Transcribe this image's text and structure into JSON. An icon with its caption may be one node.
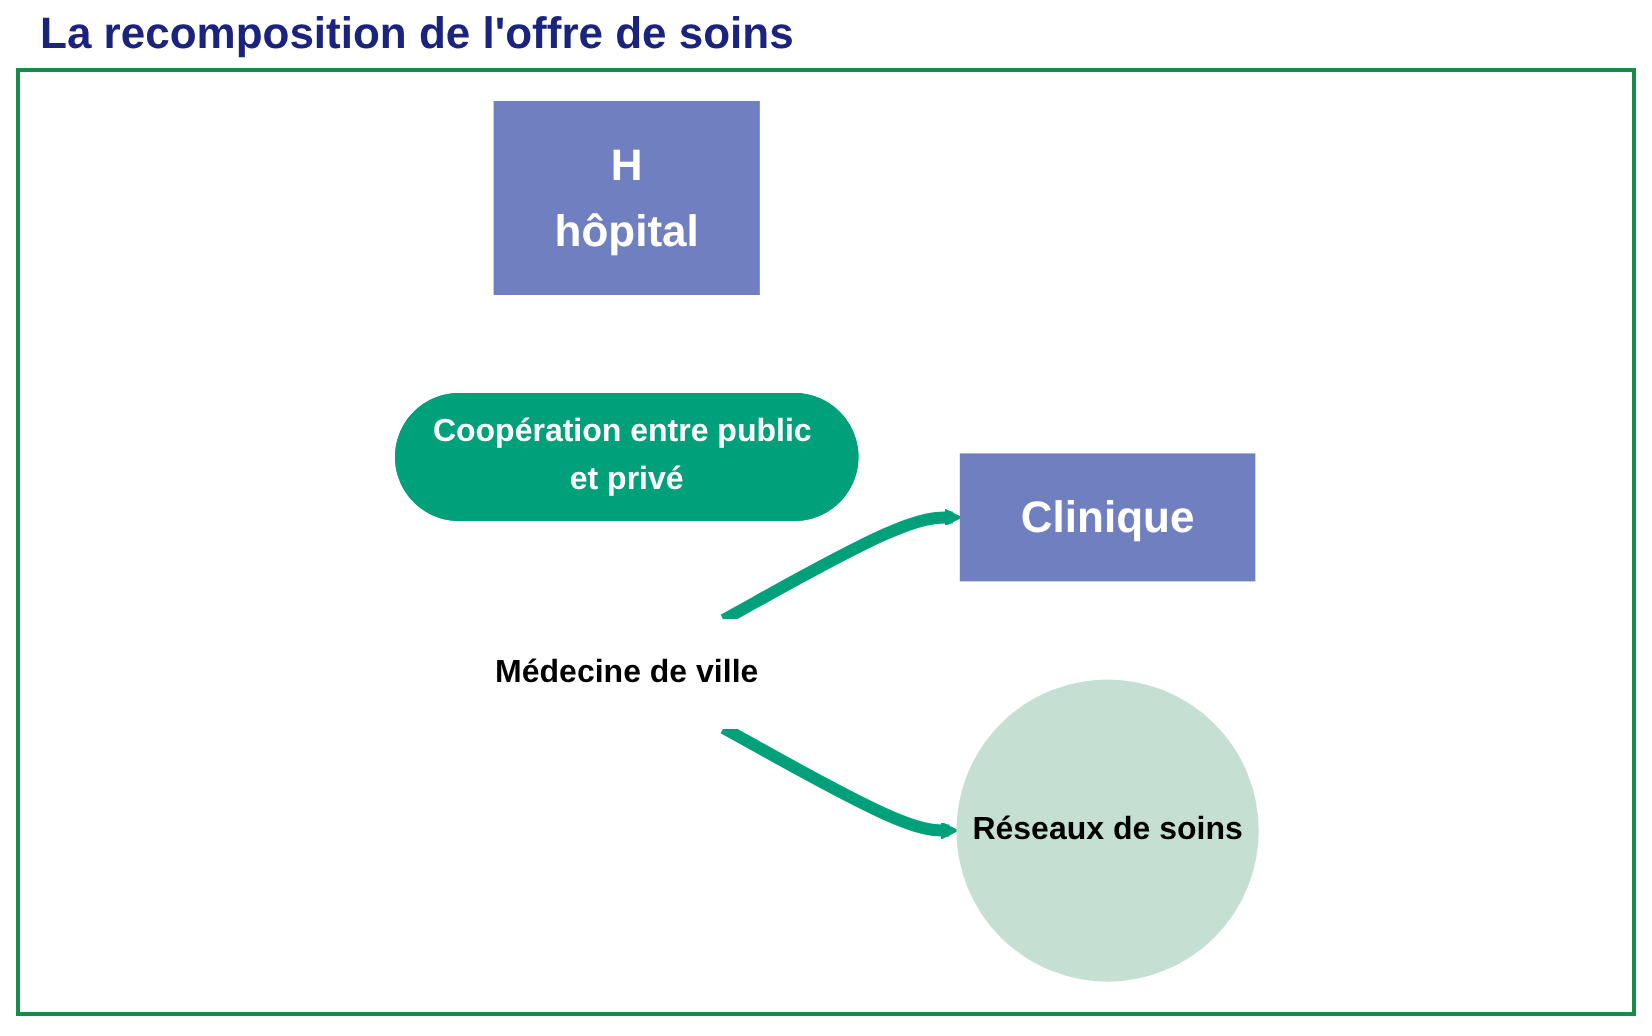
{
  "diagram": {
    "title": "La recomposition de l'offre de soins",
    "nodes": [
      {
        "text": [
          "Clinique"
        ]
      },
      {
        "text": [
          "H",
          "hôpital"
        ]
      },
      {
        "text": [
          "Coopération entre public et privé"
        ]
      },
      {
        "text": [
          "Réseaux de soins"
        ]
      },
      {
        "text": [
          "Médecine de ville"
        ]
      }
    ],
    "edges": [
      {
        "from": 4,
        "to": 0,
        "arrow": "to"
      },
      {
        "from": 4,
        "to": 3,
        "arrow": "to"
      }
    ]
  }
}
